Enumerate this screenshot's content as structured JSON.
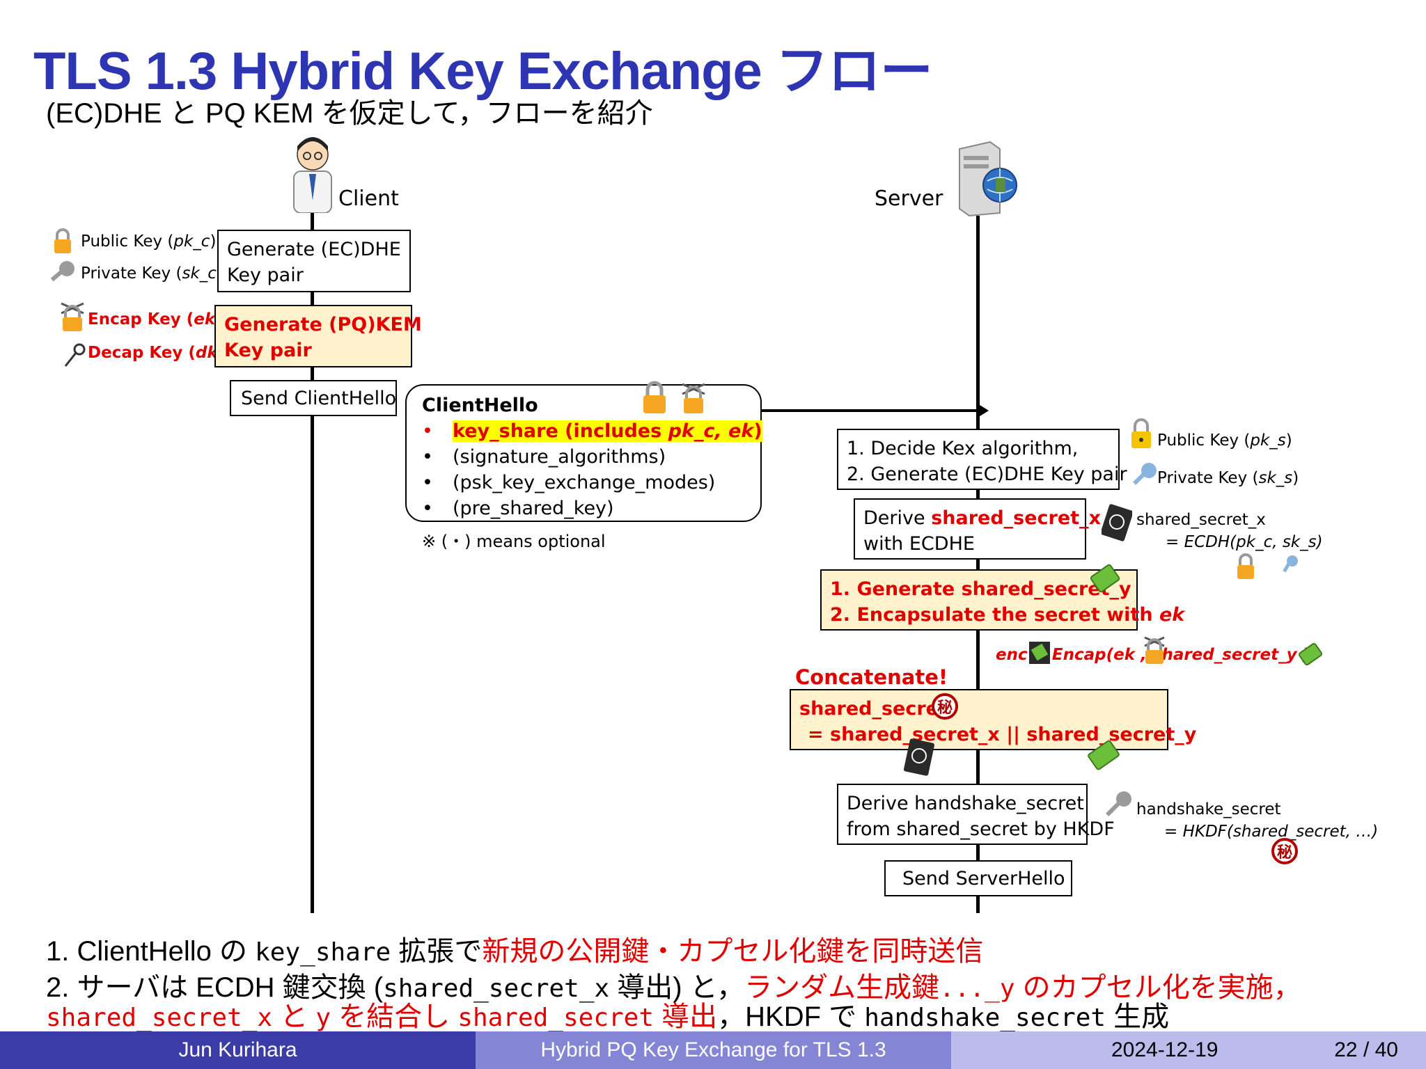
{
  "slide": {
    "title": "TLS 1.3 Hybrid Key Exchange フロー",
    "subtitle": "(EC)DHE と PQ KEM を仮定して，フローを紹介"
  },
  "actors": {
    "client": "Client",
    "server": "Server"
  },
  "client_keys": {
    "public": "Public Key (pk_c)",
    "private": "Private Key (sk_c)",
    "encap": "Encap Key (ek)",
    "decap": "Decap Key (dk)"
  },
  "client_steps": {
    "gen_ecdhe_1": "Generate (EC)DHE",
    "gen_ecdhe_2": "Key pair",
    "gen_kem_1": "Generate (PQ)KEM",
    "gen_kem_2": "Key pair",
    "send_hello": "Send ClientHello"
  },
  "client_hello": {
    "title": "ClientHello",
    "items": [
      "key_share (includes pk_c, ek)",
      "(signature_algorithms)",
      "(psk_key_exchange_modes)",
      "(pre_shared_key)"
    ],
    "bullet": "•",
    "note": "※ (・) means optional"
  },
  "server_steps": {
    "decide_1": "1. Decide Kex algorithm,",
    "decide_2": "2. Generate (EC)DHE Key pair",
    "derive_x_prefix": "Derive ",
    "derive_x_term": "shared_secret_x",
    "derive_x_2": "with ECDHE",
    "kem_1": "1. Generate shared_secret_y",
    "kem_2_prefix": "2. Encapsulate the secret with ",
    "kem_2_term": "ek",
    "concat_label": "Concatenate!",
    "concat_1": "shared_secret",
    "concat_2": "= shared_secret_x || shared_secret_y",
    "hs_1": "Derive handshake_secret",
    "hs_2": "from shared_secret by HKDF",
    "send_hello": "Send ServerHello"
  },
  "server_keys": {
    "public": "Public Key (pk_s)",
    "private": "Private Key (sk_s)",
    "ssx_1": "shared_secret_x",
    "ssx_2": "= ECDH(pk_c, sk_s)",
    "enc": "enc     = Encap(ek   , shared_secret_y     )",
    "hs_1": "handshake_secret",
    "hs_2": "= HKDF(shared_secret, …)"
  },
  "seal_char": "秘",
  "bottom": {
    "l1_a": "1. ClientHello の ",
    "l1_b": "key_share",
    "l1_c": " 拡張で",
    "l1_d": "新規の公開鍵・カプセル化鍵を同時送信",
    "l2_a": "2. サーバは ECDH 鍵交換 (",
    "l2_b": "shared_secret_x",
    "l2_c": " 導出) と，",
    "l2_d": "ランダム生成鍵",
    "l2_e": "..._y",
    "l2_f": " のカプセル化を実施，",
    "l3_a": "shared_secret_x",
    "l3_b": " と ",
    "l3_c": "y",
    "l3_d": " を結合し ",
    "l3_e": "shared_secret",
    "l3_f": " 導出",
    "l3_g": "，HKDF で ",
    "l3_h": "handshake_secret",
    "l3_i": " 生成"
  },
  "footer": {
    "author": "Jun Kurihara",
    "talk": "Hybrid PQ Key Exchange for TLS 1.3",
    "date": "2024-12-19",
    "page": "22 / 40"
  },
  "colors": {
    "title": "#2e35b3",
    "accent_red": "#e00000",
    "highlight_box": "#fff2cc",
    "footer_dark": "#3c3ca8"
  },
  "icons": [
    "doctor-icon",
    "server-icon",
    "padlock-icon",
    "key-icon",
    "chained-padlock-icon",
    "secret-passport-icon",
    "money-icon",
    "secret-seal-icon"
  ]
}
